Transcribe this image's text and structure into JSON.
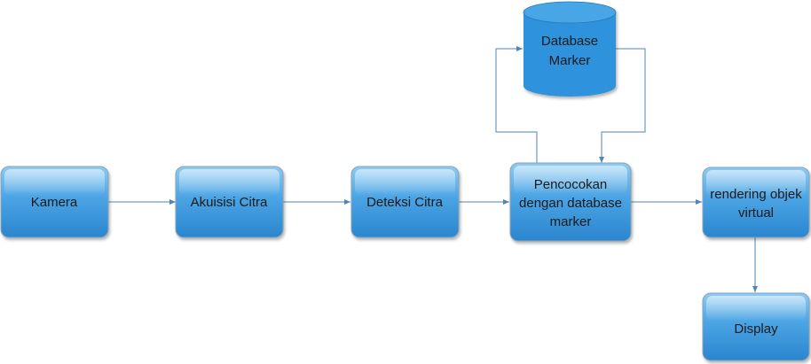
{
  "colors": {
    "box_fill_top": "#7fc2ee",
    "box_fill_bottom": "#2f8fd6",
    "box_stroke": "#8aa3b8",
    "cylinder_fill": "#2f93dc",
    "cylinder_top": "#4aa6e6",
    "connector": "#4f86b8"
  },
  "nodes": {
    "kamera": "Kamera",
    "akuisisi": "Akuisisi Citra",
    "deteksi": "Deteksi Citra",
    "pencocokan": [
      "Pencocokan",
      "dengan database",
      "marker"
    ],
    "rendering": [
      "rendering objek",
      "virtual"
    ],
    "display": "Display",
    "database": [
      "Database",
      "Marker"
    ]
  }
}
